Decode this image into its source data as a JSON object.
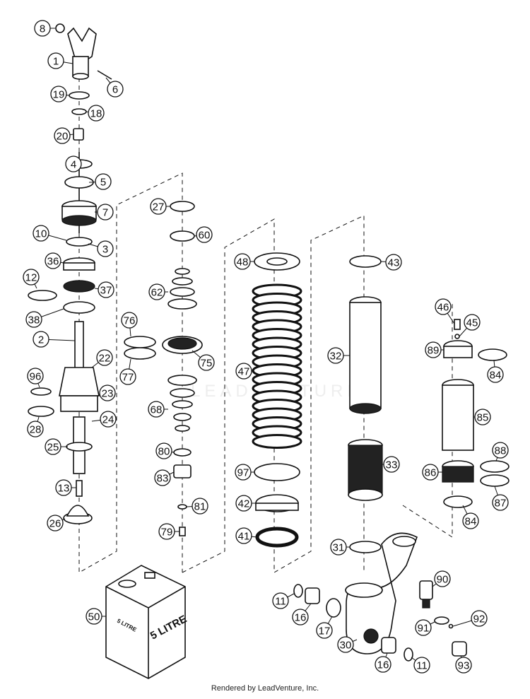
{
  "footer": "Rendered by LeadVenture, Inc.",
  "watermark": "LEADVENTURE",
  "canister": {
    "label_large": "5 LITRE",
    "label_small": "5 LITRE"
  },
  "callouts": [
    "1",
    "2",
    "3",
    "4",
    "5",
    "6",
    "7",
    "8",
    "10",
    "11",
    "11",
    "12",
    "13",
    "16",
    "16",
    "17",
    "18",
    "19",
    "20",
    "22",
    "23",
    "24",
    "25",
    "26",
    "27",
    "28",
    "30",
    "31",
    "32",
    "33",
    "36",
    "37",
    "38",
    "41",
    "42",
    "43",
    "45",
    "46",
    "47",
    "48",
    "50",
    "60",
    "62",
    "68",
    "75",
    "76",
    "77",
    "79",
    "80",
    "81",
    "83",
    "84",
    "84",
    "85",
    "86",
    "87",
    "88",
    "89",
    "90",
    "91",
    "92",
    "93",
    "96",
    "97"
  ]
}
